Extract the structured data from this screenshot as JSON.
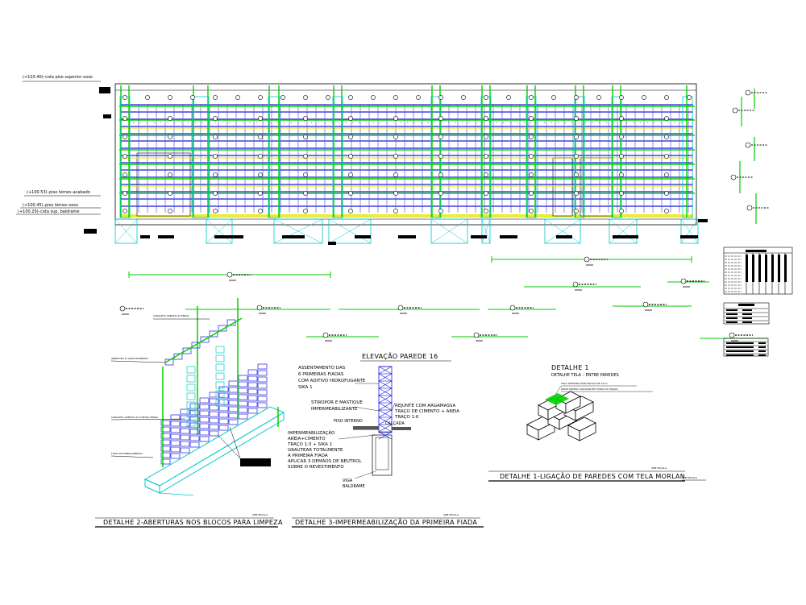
{
  "colors": {
    "background": "#ffffff",
    "grid_green": "#00d000",
    "block_blue": "#1a1adf",
    "cyan": "#00c8c8",
    "yellow": "#e6e600",
    "black": "#000000",
    "magenta": "#cc00cc"
  },
  "elevation": {
    "levels": [
      {
        "id": "lvl1",
        "text": "(+103.40)–cota piso superior–osso"
      },
      {
        "id": "lvl2",
        "text": "(+100.53)–piso térreo–acabado"
      },
      {
        "id": "lvl3",
        "text": "(+100.45)–piso térreo–osso"
      },
      {
        "id": "lvl4",
        "text": "(+100.20)–cota sup. baldrame"
      }
    ]
  },
  "detail2": {
    "title": "DETALHE 2-ABERTURAS NOS BLOCOS PARA LIMPEZA",
    "scale": "SEM ESCALA",
    "labels": [
      "CANALETA ARMADA P/ VERGA",
      "ABERTURA P/ GRAUTEAMENTO",
      "CANALETA ARMADA P/ CONTRA-VERGA",
      "FIADA DE EMBASAMENTO"
    ]
  },
  "detail3": {
    "header": "ELEVAÇÃO PAREDE 16",
    "title": "DETALHE 3-IMPERMEABILIZAÇÃO DA PRIMEIRA FIADA",
    "scale": "SEM ESCALA",
    "notes_left": [
      "ASSENTAMENTO DAS",
      "6 PRIMEIRAS FIADAS",
      "COM ADITIVO HIDROFUGANTE",
      "SIKA 1"
    ],
    "notes_mid": [
      "STIROPOR E MASTIQUE",
      "IMPERMEABILIZANTE"
    ],
    "piso": "PISO INTERNO",
    "calcada": "CALÇADA",
    "notes_right": [
      "REJUNTE COM ARGAMASSA",
      "TRAÇO DE CIMENTO + AREIA",
      "TRAÇO 1:6"
    ],
    "notes_imper": [
      "IMPERMEABILIZAÇÃO",
      "AREIA+CIMENTO",
      "TRAÇO 1:3 + SIKA 1",
      "GRAUTEAR TOTALMENTE",
      "A PRIMEIRA FIADA",
      "APLICAR 3 DEMÃOS DE NEUTROL",
      "SOBRE O REVESTIMENTO"
    ],
    "viga": [
      "VIGA",
      "BALDRAME"
    ]
  },
  "detail1": {
    "header": "DETALHE 1",
    "sub": "DETALHE TELA – ENTRE PAREDES",
    "tela": "TELA AMOSTRA PARA BLOCO DE 14cm",
    "junta": "JUNTA PRUMO–COLOCAR EM TODAS AS FIADAS",
    "title": "DETALHE 1-LIGAÇÃO DE PAREDES COM TELA MORLAN",
    "scale": "SEM ESCALA"
  }
}
